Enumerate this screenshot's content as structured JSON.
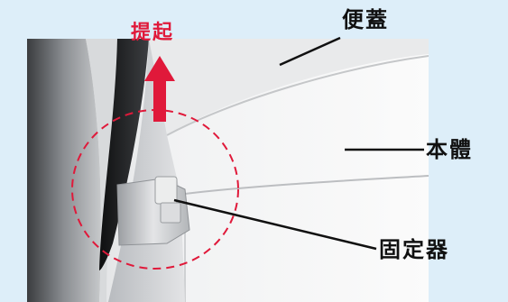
{
  "labels": {
    "lift": "提起",
    "cover": "便蓋",
    "body": "本體",
    "fixer": "固定器"
  },
  "colors": {
    "background": "#ddeef9",
    "accent_red": "#e0193a",
    "text": "#111111"
  }
}
